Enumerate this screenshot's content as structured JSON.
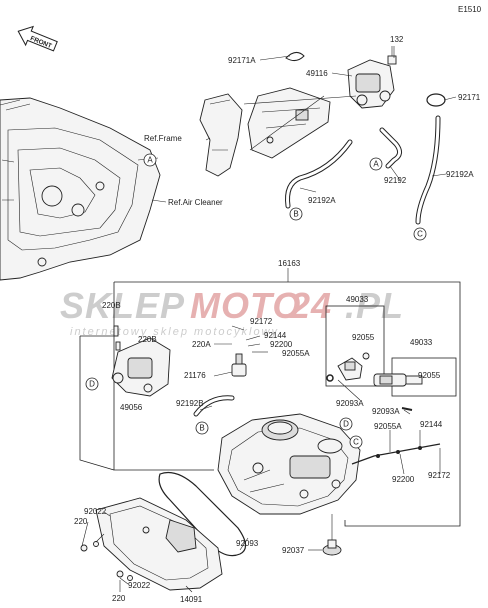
{
  "diagram_code": "E1510",
  "front_badge": "FRONT",
  "reference_labels": {
    "frame": "Ref.Frame",
    "air_cleaner": "Ref.Air Cleaner"
  },
  "watermark": {
    "part1": "SKLEP",
    "part2": "MOTO",
    "part3": "24",
    "part4": ".PL",
    "tagline": "internetowy sklep motocyklowy"
  },
  "connector_callouts": [
    "A",
    "B",
    "C",
    "D"
  ],
  "part_labels": {
    "p132": "132",
    "p92171A": "92171A",
    "p49116": "49116",
    "p92171": "92171",
    "p92192A_left": "92192A",
    "p92192": "92192",
    "p92192A_right": "92192A",
    "p16163": "16163",
    "p220B_top": "220B",
    "p220B": "220B",
    "p49033_a": "49033",
    "p92172_top": "92172",
    "p92144_top": "92144",
    "p220A": "220A",
    "p92200_top": "92200",
    "p92055A_top": "92055A",
    "p92055_a": "92055",
    "p21176": "21176",
    "p49033_b": "49033",
    "p49056": "49056",
    "p92055_b": "92055",
    "p92192B": "92192B",
    "p92093A_a": "92093A",
    "p92093A_b": "92093A",
    "p92055A": "92055A",
    "p92144": "92144",
    "p92200": "92200",
    "p92172": "92172",
    "p92022_a": "92022",
    "p220_a": "220",
    "p92093": "92093",
    "p92037": "92037",
    "p92022_b": "92022",
    "p220_b": "220",
    "p14091": "14091"
  },
  "colors": {
    "line": "#222222",
    "watermark_grey": "#c8c8c8",
    "watermark_red": "#e4a9a9"
  }
}
